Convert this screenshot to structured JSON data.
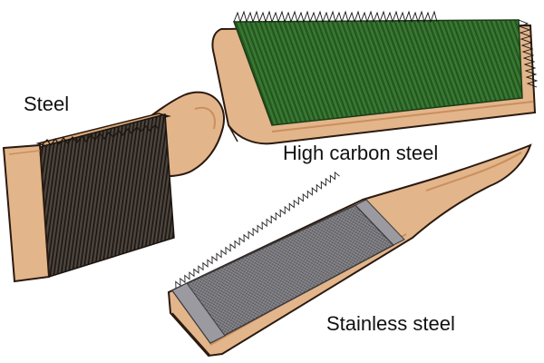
{
  "labels": {
    "steel": "Steel",
    "high_carbon_steel": "High carbon steel",
    "stainless_steel": "Stainless steel"
  },
  "colors": {
    "wood": "#e3b58a",
    "wood_dark": "#c98f5e",
    "outline": "#2a1a10",
    "steel_bristles": "#2b2622",
    "high_carbon_bristles": "#2f6b2a",
    "stainless_bristles": "#6e6e72",
    "background": "#ffffff"
  },
  "items": [
    {
      "name": "steel-file-card",
      "bristle": "steel"
    },
    {
      "name": "high-carbon-steel-file-card",
      "bristle": "high carbon steel"
    },
    {
      "name": "stainless-steel-file-card",
      "bristle": "stainless steel"
    }
  ]
}
